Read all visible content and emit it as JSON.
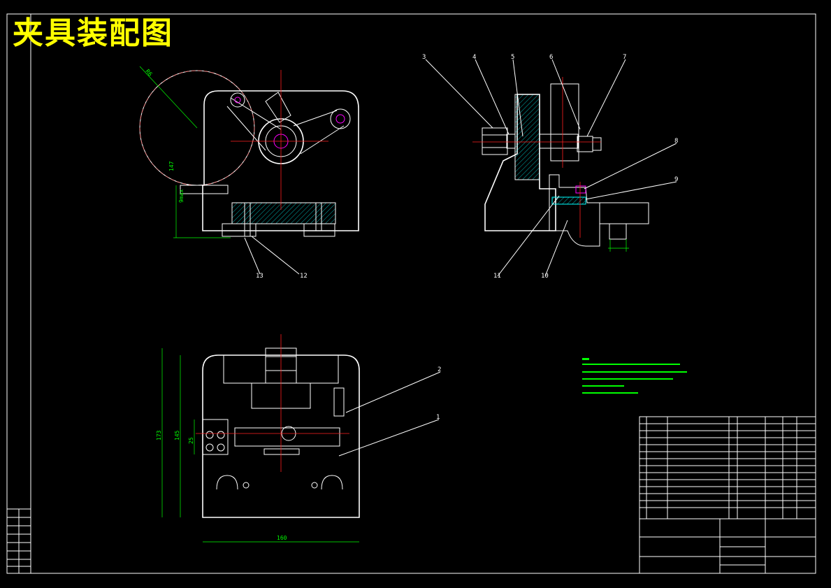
{
  "title": "夹具装配图",
  "callouts": [
    "1",
    "2",
    "3",
    "4",
    "5",
    "6",
    "7",
    "8",
    "9",
    "10",
    "11",
    "12",
    "13"
  ],
  "dimensions": {
    "front_height": "147",
    "front_side": "9max",
    "radius_label": "R6",
    "bottom_height_outer": "173",
    "bottom_height_inner": "145",
    "bottom_left": "25",
    "bottom_width": "160"
  },
  "colors": {
    "background": "#000000",
    "lines": "#ffffff",
    "centerlines": "#ff2020",
    "dimensions": "#00ff00",
    "hatch": "#00ffff",
    "highlight": "#ff00ff",
    "title": "#ffff00"
  }
}
